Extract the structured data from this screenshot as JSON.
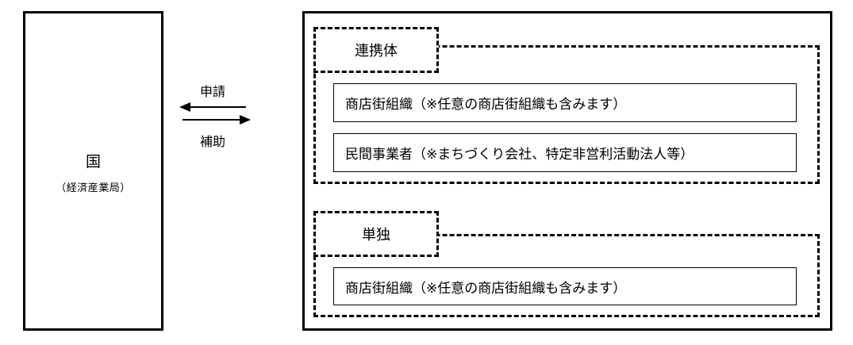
{
  "government": {
    "title": "国",
    "subtitle": "（経済産業局）"
  },
  "flow": {
    "apply_label": "申請",
    "subsidy_label": "補助"
  },
  "groups": [
    {
      "title": "連携体",
      "entries": [
        "商店街組織（※任意の商店街組織も含みます）",
        "民間事業者（※まちづくり会社、特定非営利活動法人等）"
      ]
    },
    {
      "title": "単独",
      "entries": [
        "商店街組織（※任意の商店街組織も含みます）"
      ]
    }
  ]
}
